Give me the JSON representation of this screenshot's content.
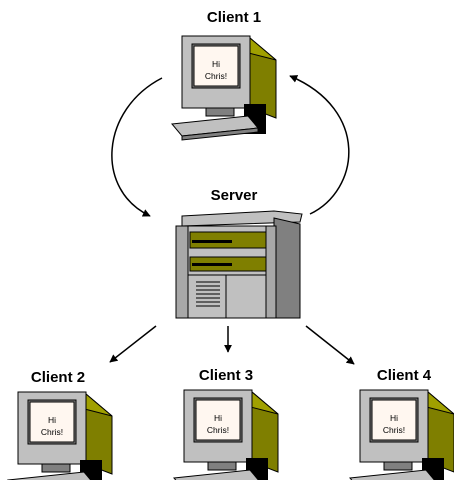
{
  "server": {
    "label": "Server"
  },
  "clients": [
    {
      "label": "Client 1",
      "screen_line1": "Hi",
      "screen_line2": "Chris!"
    },
    {
      "label": "Client 2",
      "screen_line1": "Hi",
      "screen_line2": "Chris!"
    },
    {
      "label": "Client 3",
      "screen_line1": "Hi",
      "screen_line2": "Chris!"
    },
    {
      "label": "Client 4",
      "screen_line1": "Hi",
      "screen_line2": "Chris!"
    }
  ],
  "colors": {
    "olive": "#7f7f00",
    "light_gray": "#c0c0c0",
    "dark_gray": "#808080",
    "screen": "#fff7f0",
    "outline": "#000000"
  },
  "icons": {
    "client": "computer-terminal-icon",
    "server": "server-tower-icon",
    "arrow": "arrow-icon"
  }
}
